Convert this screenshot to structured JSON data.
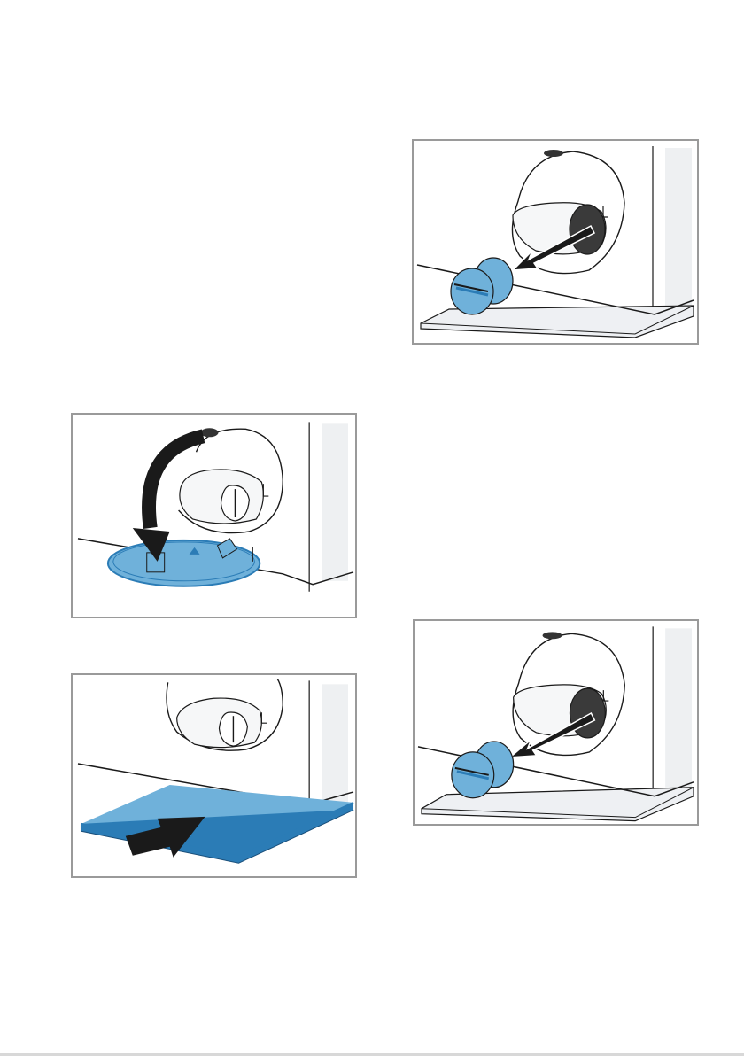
{
  "page": {
    "figures": [
      {
        "id": "open-service-flap",
        "icons": [
          "curved-arrow-icon",
          "service-flap-cover"
        ]
      },
      {
        "id": "insert-flat-tray",
        "icons": [
          "push-arrow-icon",
          "flat-tray"
        ]
      },
      {
        "id": "unscrew-pump-cap",
        "icons": [
          "pull-arrow-icon",
          "pump-cap"
        ]
      },
      {
        "id": "remove-pump-cap",
        "icons": [
          "pull-arrow-icon",
          "pump-cap"
        ]
      }
    ],
    "colors": {
      "highlight": "#6fb1da",
      "highlight_dark": "#2b7cb6",
      "outline": "#1a1a1a",
      "panel": "#eef0f2",
      "frame": "#9a9a9a",
      "floor_tray": "#eef0f3"
    }
  }
}
